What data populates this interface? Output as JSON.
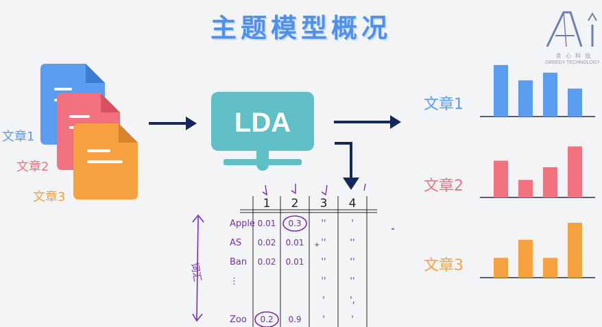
{
  "title": "主题模型概况",
  "logo": {
    "cn": "贪 心 科 技",
    "en": "GREEDY TECHNOLOGY"
  },
  "documents": [
    {
      "label": "文章1",
      "color": "#5b9cf0"
    },
    {
      "label": "文章2",
      "color": "#f2717f"
    },
    {
      "label": "文章3",
      "color": "#f7a040"
    }
  ],
  "model_label": "LDA",
  "monitor_color": "#5fbfc4",
  "arrow_color": "#13275a",
  "articles": [
    {
      "label": "文章1",
      "color": "#5b9cf0",
      "values": [
        0.94,
        0.66,
        0.8,
        0.51
      ]
    },
    {
      "label": "文章2",
      "color": "#f2717f",
      "values": [
        0.67,
        0.32,
        0.55,
        0.93
      ]
    },
    {
      "label": "文章3",
      "color": "#f7a040",
      "values": [
        0.36,
        0.69,
        0.36,
        1.0
      ]
    }
  ],
  "matrix": {
    "columns": [
      "1",
      "2",
      "3",
      "4"
    ],
    "side_label": "词汇",
    "rows": [
      {
        "word": "Apple",
        "cells": [
          "0.01",
          "0.3",
          "''",
          "'"
        ]
      },
      {
        "word": "AS",
        "cells": [
          "0.02",
          "0.01",
          "''",
          "''"
        ]
      },
      {
        "word": "Ban",
        "cells": [
          "0.02",
          "0.01",
          "''",
          "''"
        ]
      },
      {
        "word": "⋮",
        "cells": [
          "",
          "",
          "''",
          "''"
        ]
      },
      {
        "word": "",
        "cells": [
          "",
          "",
          "'",
          "',"
        ]
      },
      {
        "word": "Zoo",
        "cells": [
          "0.2",
          "0.9",
          "'",
          "'"
        ]
      }
    ]
  }
}
